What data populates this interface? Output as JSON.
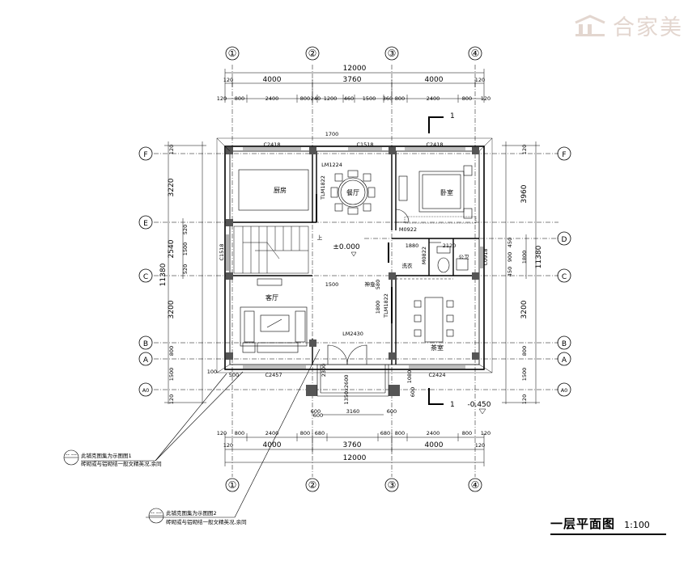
{
  "watermark": {
    "logo_text": "合家美"
  },
  "title": {
    "main": "一层平面图",
    "scale": "1:100"
  },
  "axes": {
    "columns": [
      "①",
      "②",
      "③",
      "④"
    ],
    "rows": [
      "F",
      "E",
      "D",
      "C",
      "B",
      "A",
      "A0"
    ]
  },
  "dimensions": {
    "total_width": "12000",
    "bays": [
      "4000",
      "3760",
      "4000"
    ],
    "edge": "120",
    "segments_top": [
      "120",
      "800",
      "2400",
      "800",
      "240",
      "1200",
      "460",
      "1500",
      "360",
      "800",
      "2400",
      "800",
      "120"
    ],
    "segments_bottom": [
      "120",
      "800",
      "2400",
      "800",
      "680",
      "680",
      "800",
      "2400",
      "800",
      "120"
    ],
    "porch": [
      "600",
      "3160",
      "600"
    ],
    "left_rows": [
      "3220",
      "2540",
      "3200",
      "800",
      "1500"
    ],
    "left_sub": [
      "520",
      "1500",
      "520"
    ],
    "right_rows": [
      "3960",
      "1800",
      "3200",
      "800",
      "1500"
    ],
    "right_sub": [
      "450",
      "900",
      "450"
    ],
    "total_depth": "11380",
    "misc": [
      "1700",
      "1880",
      "2120",
      "1500",
      "580",
      "1800",
      "600",
      "100",
      "1080",
      "2300",
      "600",
      "500"
    ]
  },
  "windows": {
    "kitchen_top": "C2418",
    "stair_top": "C1518",
    "bedroom_top": "C2418",
    "left_side": "C1518",
    "living_bottom": "C2457",
    "tea_bottom": "C2424",
    "toilet_side": "C0918"
  },
  "doors": {
    "kitchen_dining": "LM1224",
    "kitchen_side": "TLM1822",
    "bedroom": "M0922",
    "wash": "M0822",
    "tea_room": "TLM1822",
    "entrance": "LM2430"
  },
  "rooms": {
    "kitchen": "厨房",
    "dining": "餐厅",
    "bedroom": "卧室",
    "living": "客厅",
    "tea": "茶室",
    "wash": "洗衣",
    "toilet": "公卫",
    "corridor": "神龛",
    "up": "上"
  },
  "levels": {
    "floor": "±0.000",
    "outdoor": "-0.450"
  },
  "section": {
    "label": "1"
  },
  "notes": [
    {
      "title": "此铺克图集为示图图1",
      "body": "砖砌或与铝砌结一般文精英况,余同",
      "ref": "-- ---"
    },
    {
      "title": "此铺克图集为示图图2",
      "body": "砖砌或与铝砌结一般文精英况,余同",
      "ref": "-- ---"
    }
  ],
  "step_label": "1350x2600"
}
